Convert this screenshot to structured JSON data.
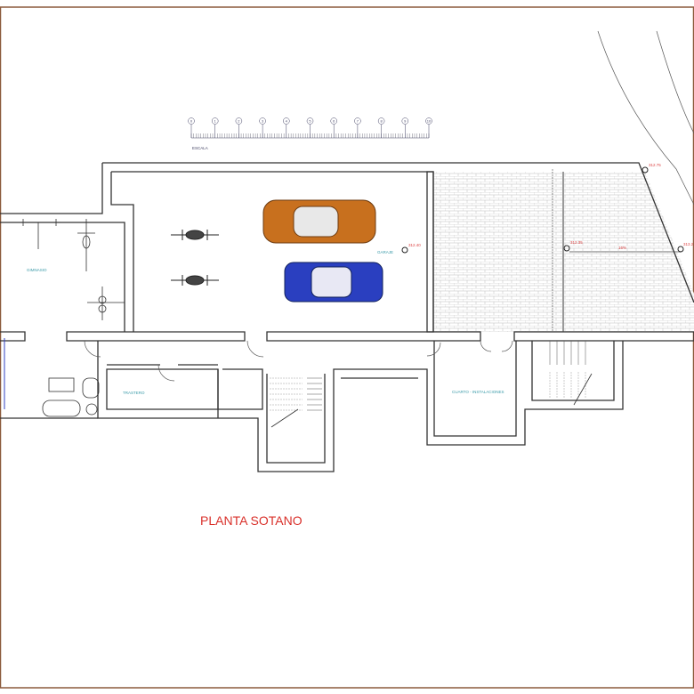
{
  "drawing": {
    "title": "PLANTA SOTANO",
    "scale_label": "ESCALA",
    "scale_ticks": [
      "0",
      "1",
      "2",
      "3",
      "4",
      "5",
      "6",
      "7",
      "8",
      "9",
      "10"
    ],
    "rooms": {
      "gym": "GIMNASIO",
      "garage": "GARAJE",
      "storage": "TRASTERO",
      "installations": "CUARTO - INSTALACIONES"
    },
    "levels": {
      "garage": "312.40",
      "ramp_top": "312.75",
      "ramp_mid": "312.35",
      "ramp_right": "313.2",
      "slope": "16%"
    },
    "colors": {
      "frame": "#8b5a3c",
      "title": "#d9302a",
      "car_orange": "#c8701e",
      "car_blue": "#2a3fc0",
      "room_label": "#3a9aa8",
      "level": "#dd4444"
    }
  }
}
